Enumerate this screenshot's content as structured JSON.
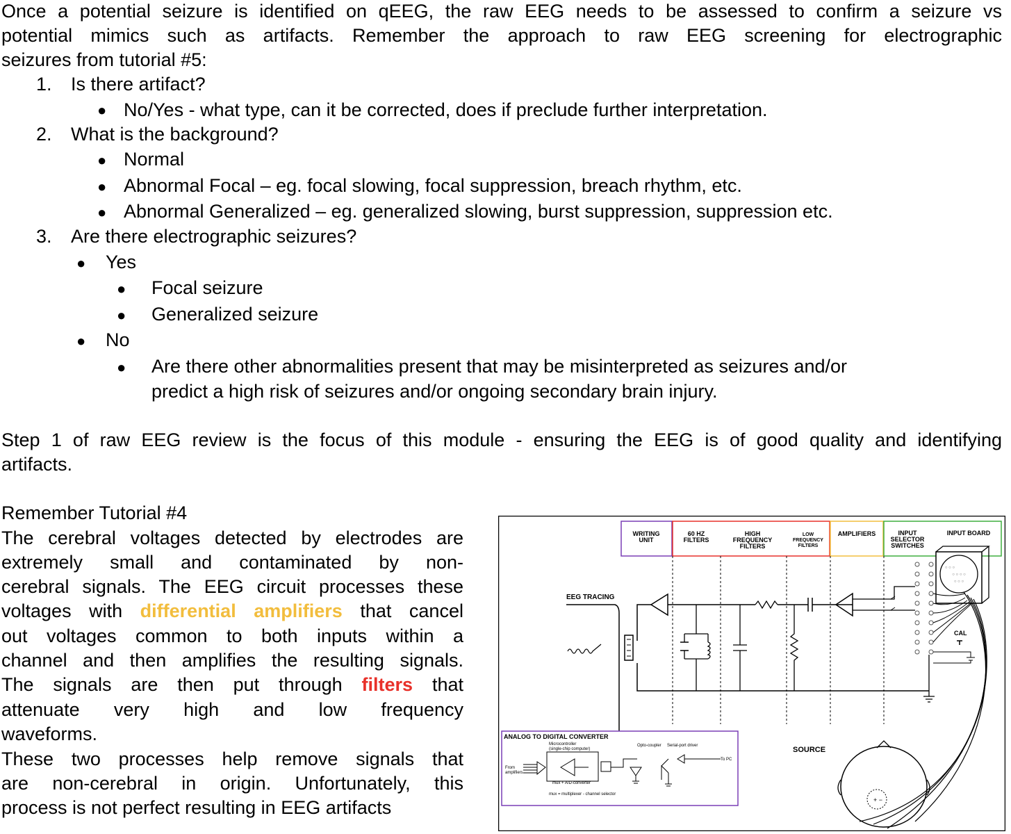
{
  "intro": {
    "line1": "Once a potential seizure is identified on qEEG, the raw EEG needs to be assessed to confirm a seizure vs",
    "line2": "potential mimics such as artifacts. Remember the approach to raw EEG screening for electrographic",
    "line3": "seizures from tutorial #5:"
  },
  "steps": {
    "s1": {
      "num": "1.",
      "text": "Is there artifact?",
      "sub1": "No/Yes - what type, can it be corrected, does if preclude further interpretation."
    },
    "s2": {
      "num": "2.",
      "text": "What is the background?",
      "sub1": "Normal",
      "sub2": "Abnormal Focal – eg. focal slowing, focal suppression, breach rhythm, etc.",
      "sub3": "Abnormal Generalized – eg. generalized slowing, burst suppression, suppression etc."
    },
    "s3": {
      "num": "3.",
      "text": "Are there electrographic seizures?",
      "yes": "Yes",
      "yes1": "Focal seizure",
      "yes2": "Generalized seizure",
      "no": "No",
      "no1a": "Are there other abnormalities present that may be misinterpreted as seizures and/or",
      "no1b": "predict a high risk of seizures and/or ongoing secondary brain injury."
    }
  },
  "step1": {
    "line1": "Step 1 of raw EEG review is the focus of this module - ensuring the EEG is of good quality and identifying",
    "line2": "artifacts."
  },
  "tutorial": {
    "heading": "Remember Tutorial #4",
    "l1": "The cerebral voltages detected by electrodes are",
    "l2": "extremely small and contaminated by non-",
    "l3": "cerebral signals. The EEG circuit processes these",
    "l4a": "voltages with",
    "l4b": "differential amplifiers",
    "l4c": "that cancel",
    "l5": "out voltages common to both inputs within a",
    "l6": "channel and then amplifies the resulting signals.",
    "l7a": "The signals are then put through",
    "l7b": "filters",
    "l7c": "that",
    "l8": "attenuate very high and low frequency",
    "l9": "waveforms.",
    "l10": "These two processes help remove signals that",
    "l11": "are non-cerebral in origin.  Unfortunately, this",
    "l12": "process is not perfect resulting in EEG artifacts"
  },
  "diagram": {
    "writing1": "WRITING",
    "writing2": "UNIT",
    "hz1": "60 HZ",
    "hz2": "FILTERS",
    "hf1": "HIGH",
    "hf2": "FREQUENCY",
    "hf3": "FILTERS",
    "lf1": "LOW",
    "lf2": "FREQUENCY",
    "lf3": "FILTERS",
    "amps": "AMPLIFIERS",
    "is1": "INPUT",
    "is2": "SELECTOR",
    "is3": "SWITCHES",
    "ib": "INPUT BOARD",
    "tracing": "EEG TRACING",
    "cal": "CAL",
    "source": "SOURCE",
    "adc_title": "ANALOG TO DIGITAL CONVERTER",
    "micro1": "Microcontroller",
    "micro2": "(single-chip computer)",
    "opto": "Opto-coupler",
    "serial": "Serial-port driver",
    "from1": "From",
    "from2": "amplifiers",
    "mux": "mux + A/D-converter",
    "topc": "To PC",
    "muxdef": "mux = multiplexer - channel selector"
  },
  "colors": {
    "orange": "#f2bd3d",
    "red": "#e8312a",
    "purple": "#7a3fb5",
    "green": "#3fae3f"
  }
}
